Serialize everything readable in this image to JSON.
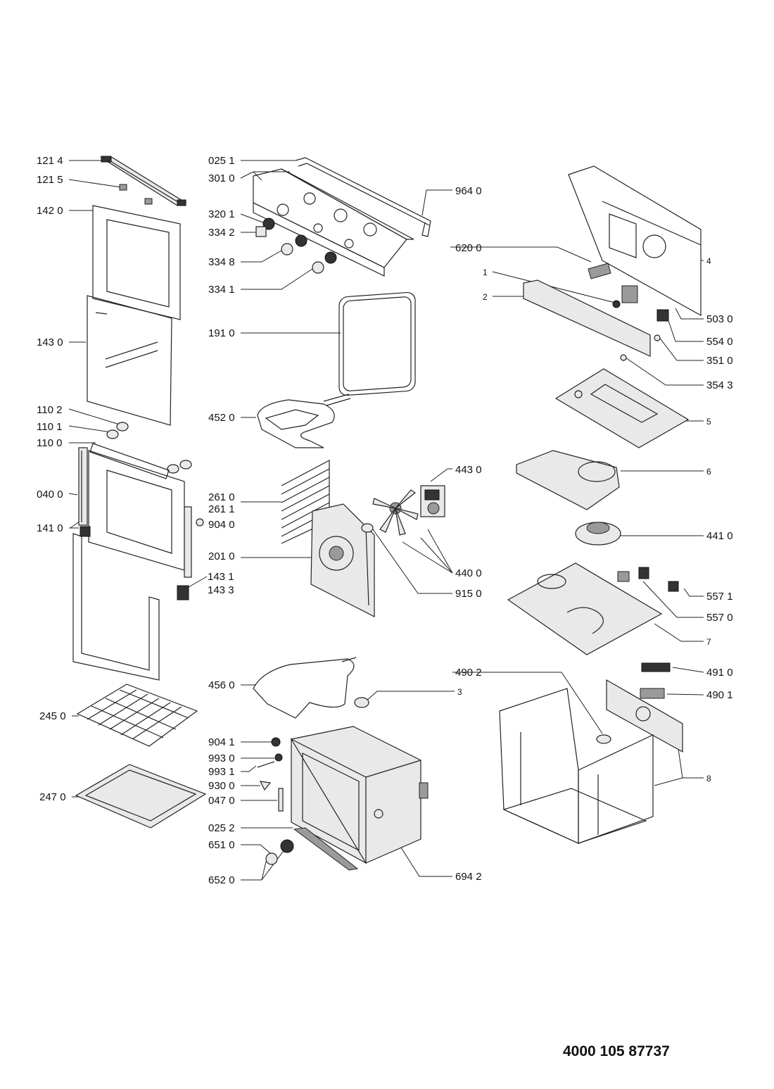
{
  "labels": {
    "l1214": "121 4",
    "l1215": "121 5",
    "l1420": "142 0",
    "l1430": "143 0",
    "l1102": "110 2",
    "l1101": "110 1",
    "l1100": "110 0",
    "l0400": "040 0",
    "l1410": "141 0",
    "l1431": "143 1",
    "l1433": "143 3",
    "l2450": "245 0",
    "l2470": "247 0",
    "l0251": "025 1",
    "l3010": "301 0",
    "l3201": "320 1",
    "l3342": "334 2",
    "l3348": "334 8",
    "l3341": "334 1",
    "l1910": "191 0",
    "l4520": "452 0",
    "l2610": "261 0",
    "l2611": "261 1",
    "l9040": "904 0",
    "l2010": "201 0",
    "l4560": "456 0",
    "l9041": "904 1",
    "l9930": "993 0",
    "l9931": "993 1",
    "l9300": "930 0",
    "l0470": "047 0",
    "l0252": "025 2",
    "l6510": "651 0",
    "l6520": "652 0",
    "l9640": "964 0",
    "l6200": "620 0",
    "l1": "1",
    "l2": "2",
    "l4430": "443 0",
    "l4400": "440 0",
    "l9150": "915 0",
    "l4902": "490 2",
    "l3": "3",
    "l6942": "694 2",
    "l4": "4",
    "l5030": "503 0",
    "l5540": "554 0",
    "l3510": "351 0",
    "l3543": "354 3",
    "l5": "5",
    "l6": "6",
    "l4410": "441 0",
    "l5571": "557 1",
    "l5570": "557 0",
    "l7": "7",
    "l4910": "491 0",
    "l4901": "490 1",
    "l8": "8"
  },
  "document_number": "4000 105 87737"
}
